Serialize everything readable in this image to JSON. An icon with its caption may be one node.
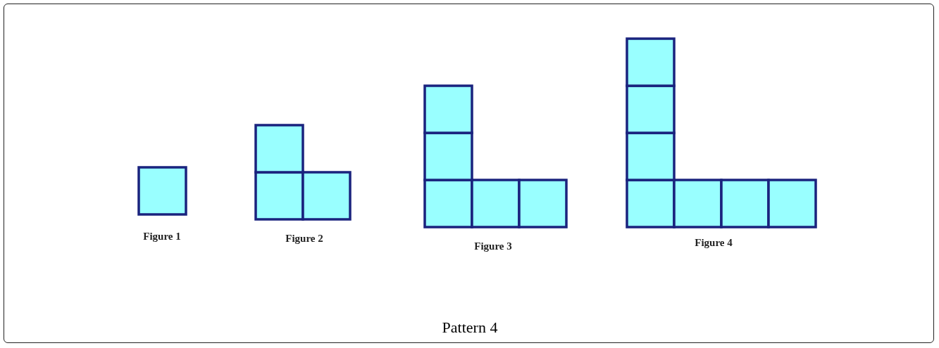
{
  "diagram": {
    "caption": "Pattern 4",
    "labels": [
      "Figure 1",
      "Figure 2",
      "Figure 3",
      "Figure 4"
    ]
  }
}
